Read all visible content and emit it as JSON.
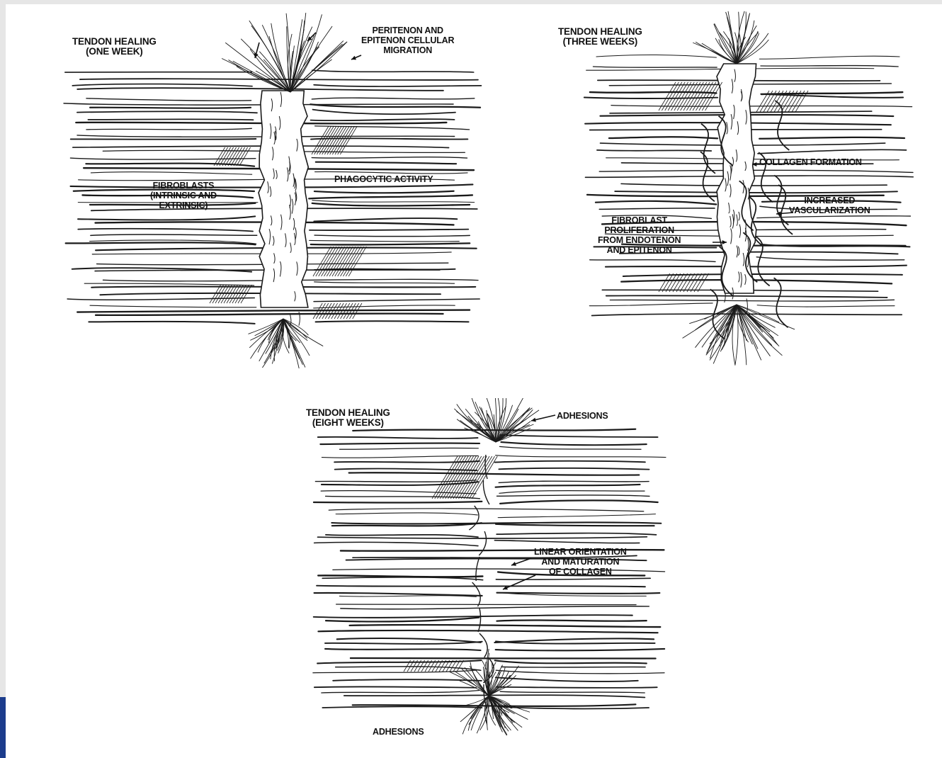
{
  "figure": {
    "accent_color": "#1c3c8c",
    "panels": [
      {
        "id": "one-week",
        "title": [
          "TENDON HEALING",
          "(ONE WEEK)"
        ],
        "labels": {
          "migration": [
            "PERITENON AND",
            "EPITENON CELLULAR",
            "MIGRATION"
          ],
          "phagocytic": [
            "PHAGOCYTIC ACTIVITY"
          ],
          "fibroblasts": [
            "FIBROBLASTS",
            "(INTRINSIC AND",
            "EXTRINSIC)"
          ]
        }
      },
      {
        "id": "three-weeks",
        "title": [
          "TENDON HEALING",
          "(THREE WEEKS)"
        ],
        "labels": {
          "collagen": [
            "COLLAGEN FORMATION"
          ],
          "vascular": [
            "INCREASED",
            "VASCULARIZATION"
          ],
          "proliferation": [
            "FIBROBLAST",
            "PROLIFERATION",
            "FROM ENDOTENON",
            "AND EPITENON"
          ]
        }
      },
      {
        "id": "eight-weeks",
        "title": [
          "TENDON HEALING",
          "(EIGHT WEEKS)"
        ],
        "labels": {
          "adhesions_top": [
            "ADHESIONS"
          ],
          "linear": [
            "LINEAR ORIENTATION",
            "AND MATURATION",
            "OF COLLAGEN"
          ],
          "adhesions_bottom": [
            "ADHESIONS"
          ]
        }
      }
    ]
  }
}
